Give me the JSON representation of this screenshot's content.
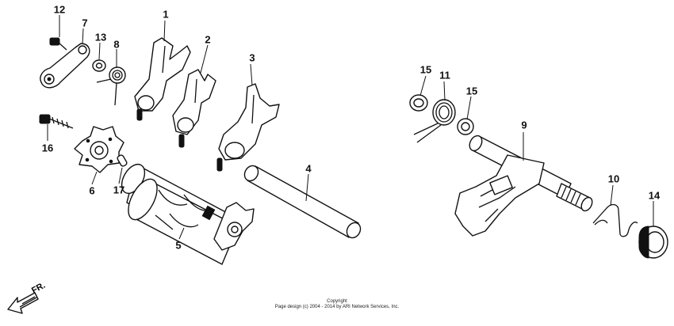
{
  "callouts": {
    "p1": "1",
    "p2": "2",
    "p3": "3",
    "p4": "4",
    "p5": "5",
    "p6": "6",
    "p7": "7",
    "p8": "8",
    "p9": "9",
    "p10": "10",
    "p11": "11",
    "p12": "12",
    "p13": "13",
    "p14": "14",
    "p15a": "15",
    "p15b": "15",
    "p16": "16",
    "p17": "17"
  },
  "direction": {
    "label": "FR."
  },
  "copyright": {
    "line1": "Copyright",
    "line2": "Page design (c) 2004 - 2014 by ARI Network Services, Inc."
  }
}
